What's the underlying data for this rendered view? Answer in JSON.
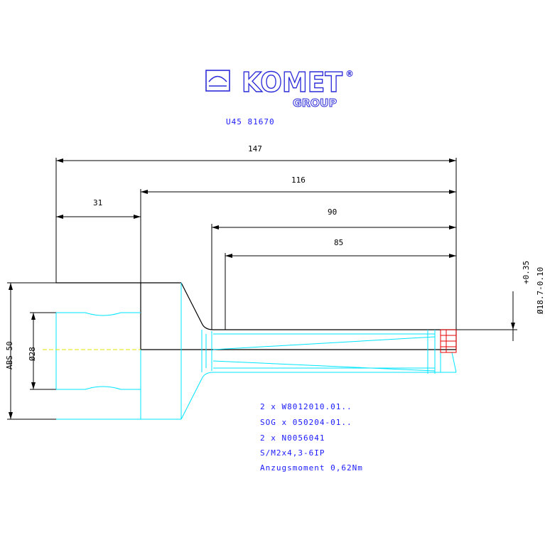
{
  "brand": {
    "name": "KOMET",
    "registered": "®",
    "group": "GROUP",
    "color": "#2b2bd9"
  },
  "part_number": "U45 81670",
  "dimensions": {
    "d147": "147",
    "d116": "116",
    "d31": "31",
    "d90": "90",
    "d85": "85",
    "abs": "ABS 50",
    "dia28": "Ø28",
    "tolerance": "+0.35",
    "dia_bore": "Ø18.7-0.10"
  },
  "notes": [
    "2 x W8012010.01..",
    "SOG x 050204-01..",
    "2 x N0056041",
    "S/M2x4,3-6IP",
    "Anzugsmoment 0,62Nm"
  ],
  "colors": {
    "outline": "#000000",
    "contour": "#00e5ff",
    "centerline": "#e6e600",
    "insert": "#e60000",
    "note_text": "#1a1aff"
  }
}
